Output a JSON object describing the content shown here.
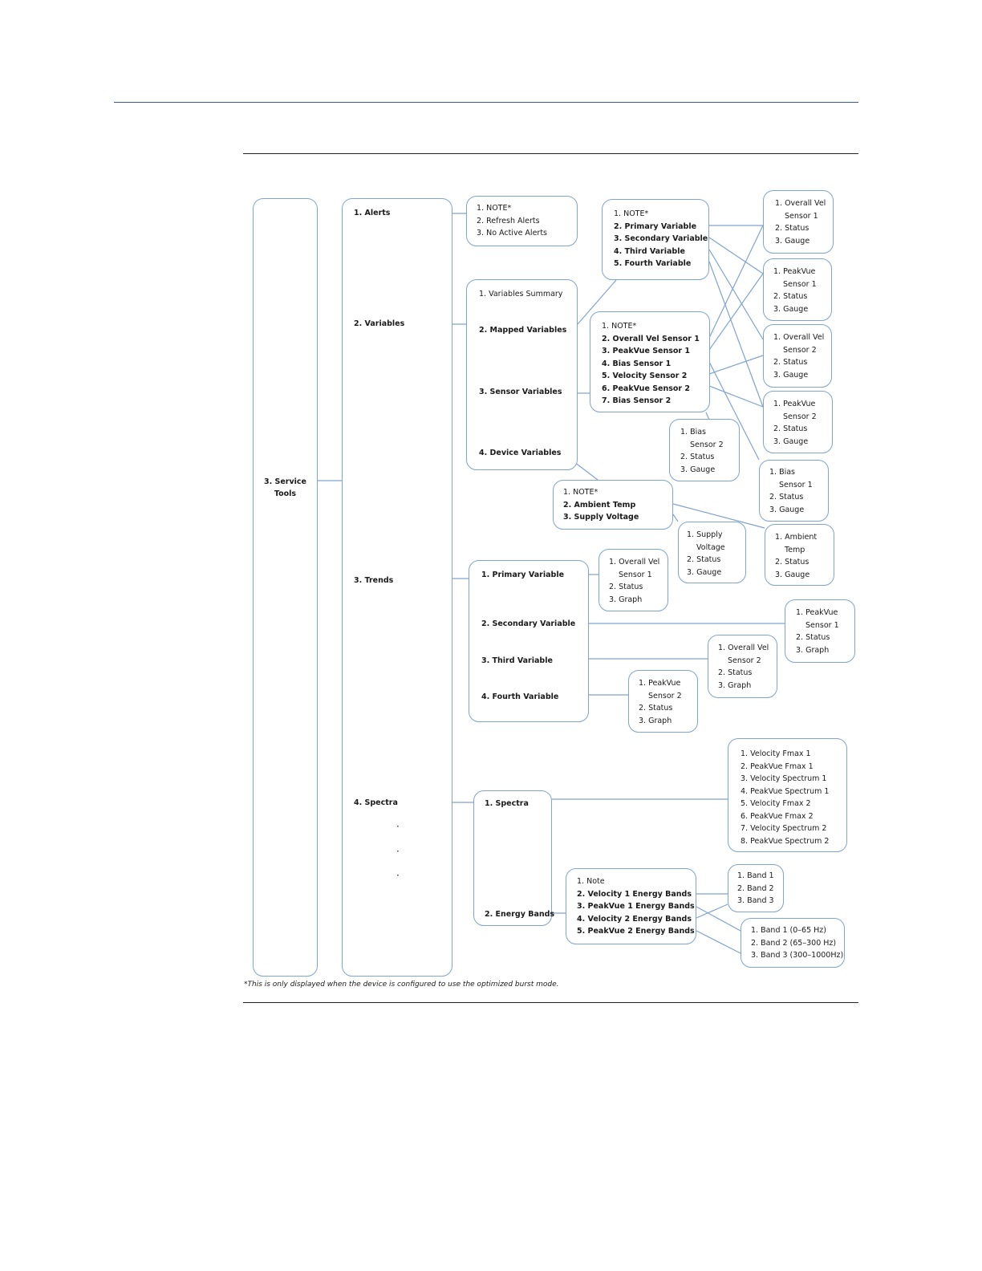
{
  "root": "3. Service\nTools",
  "level1": [
    "1. Alerts",
    "2. Variables",
    "3. Trends",
    "4. Spectra"
  ],
  "alerts_menu": [
    "1. NOTE*",
    "2. Refresh Alerts",
    "3. No Active Alerts"
  ],
  "variables_menu": [
    "1. Variables Summary",
    "2. Mapped Variables",
    "3. Sensor Variables",
    "4. Device Variables"
  ],
  "mapped_menu": [
    "1. NOTE*",
    "2. Primary Variable",
    "3. Secondary Variable",
    "4. Third Variable",
    "5. Fourth Variable"
  ],
  "sensor_menu": [
    "1. NOTE*",
    "2. Overall Vel Sensor 1",
    "3. PeakVue Sensor 1",
    "4. Bias Sensor 1",
    "5. Velocity Sensor 2",
    "6. PeakVue Sensor 2",
    "7. Bias Sensor 2"
  ],
  "device_menu": [
    "1. NOTE*",
    "2. Ambient Temp",
    "3. Supply Voltage"
  ],
  "gauge_ovs1": [
    "1. Overall Vel",
    "Sensor 1",
    "2. Status",
    "3. Gauge"
  ],
  "gauge_pvs1": [
    "1. PeakVue",
    "Sensor 1",
    "2. Status",
    "3. Gauge"
  ],
  "gauge_ovs2": [
    "1. Overall Vel",
    "Sensor 2",
    "2. Status",
    "3. Gauge"
  ],
  "gauge_pvs2": [
    "1. PeakVue",
    "Sensor 2",
    "2. Status",
    "3. Gauge"
  ],
  "gauge_bias2": [
    "1. Bias",
    "Sensor 2",
    "2. Status",
    "3. Gauge"
  ],
  "gauge_bias1": [
    "1. Bias",
    "Sensor 1",
    "2. Status",
    "3. Gauge"
  ],
  "gauge_supply": [
    "1. Supply",
    "Voltage",
    "2. Status",
    "3. Gauge"
  ],
  "gauge_ambient": [
    "1. Ambient",
    "Temp",
    "2. Status",
    "3. Gauge"
  ],
  "trends_menu": [
    "1. Primary Variable",
    "2. Secondary Variable",
    "3. Third Variable",
    "4. Fourth Variable"
  ],
  "graph_ovs1": [
    "1. Overall Vel",
    "Sensor 1",
    "2. Status",
    "3. Graph"
  ],
  "graph_pvs1": [
    "1. PeakVue",
    "Sensor 1",
    "2. Status",
    "3. Graph"
  ],
  "graph_ovs2": [
    "1. Overall Vel",
    "Sensor 2",
    "2. Status",
    "3. Graph"
  ],
  "graph_pvs2": [
    "1. PeakVue",
    "Sensor 2",
    "2. Status",
    "3. Graph"
  ],
  "spectra_menu": [
    "1. Spectra",
    "2. Energy Bands"
  ],
  "spectra_sub": [
    "1. Velocity Fmax 1",
    "2. PeakVue Fmax 1",
    "3. Velocity Spectrum 1",
    "4. PeakVue Spectrum 1",
    "5. Velocity Fmax 2",
    "6. PeakVue Fmax 2",
    "7. Velocity Spectrum 2",
    "8. PeakVue Spectrum 2"
  ],
  "energy_menu": [
    "1. Note",
    "2. Velocity 1 Energy Bands",
    "3. PeakVue 1 Energy Bands",
    "4. Velocity 2 Energy Bands",
    "5. PeakVue 2 Energy Bands"
  ],
  "bands_a": [
    "1. Band 1",
    "2. Band 2",
    "3. Band 3"
  ],
  "bands_b": [
    "1. Band 1 (0–65 Hz)",
    "2. Band 2 (65–300 Hz)",
    "3. Band 3 (300–1000Hz)"
  ],
  "footnote": "*This is only displayed when the device is configured to use the optimized burst mode."
}
